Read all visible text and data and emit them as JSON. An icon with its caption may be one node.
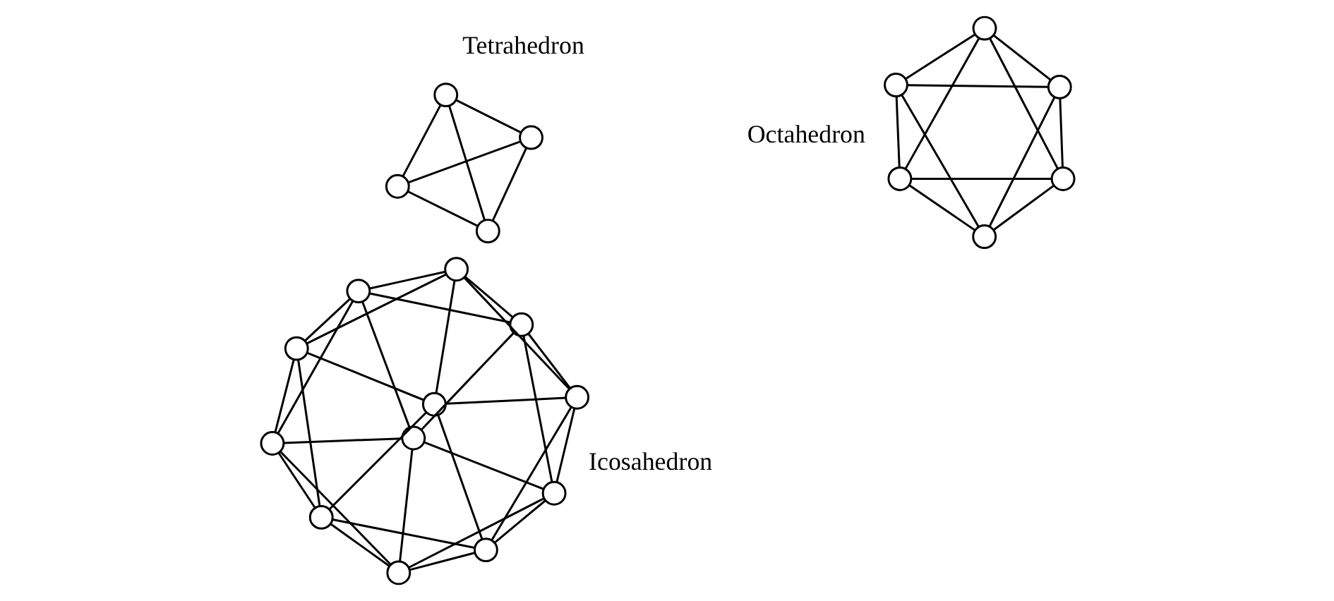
{
  "diagram": {
    "nodes": [
      {
        "text": [],
        "shape": "circle"
      },
      {
        "text": [],
        "shape": "circle"
      },
      {
        "text": [],
        "shape": "circle"
      },
      {
        "text": [],
        "shape": "circle"
      },
      {
        "text": [],
        "shape": "circle"
      },
      {
        "text": [],
        "shape": "circle"
      },
      {
        "text": [],
        "shape": "circle"
      },
      {
        "text": [],
        "shape": "circle"
      },
      {
        "text": [],
        "shape": "circle"
      },
      {
        "text": [],
        "shape": "circle"
      },
      {
        "text": [],
        "shape": "circle"
      },
      {
        "text": [],
        "shape": "circle"
      },
      {
        "text": [],
        "shape": "circle"
      },
      {
        "text": [],
        "shape": "circle"
      },
      {
        "text": [],
        "shape": "circle"
      },
      {
        "text": [],
        "shape": "circle"
      },
      {
        "text": [],
        "shape": "circle"
      },
      {
        "text": [],
        "shape": "circle"
      },
      {
        "text": [],
        "shape": "circle"
      },
      {
        "text": [],
        "shape": "circle"
      },
      {
        "text": [],
        "shape": "circle"
      },
      {
        "text": [],
        "shape": "circle"
      }
    ],
    "edges": [
      {
        "from": 0,
        "to": 1,
        "arrow": "none"
      },
      {
        "from": 0,
        "to": 2,
        "arrow": "none"
      },
      {
        "from": 0,
        "to": 3,
        "arrow": "none"
      },
      {
        "from": 1,
        "to": 2,
        "arrow": "none"
      },
      {
        "from": 1,
        "to": 3,
        "arrow": "none"
      },
      {
        "from": 2,
        "to": 3,
        "arrow": "none"
      },
      {
        "from": 4,
        "to": 8,
        "arrow": "none"
      },
      {
        "from": 4,
        "to": 5,
        "arrow": "none"
      },
      {
        "from": 4,
        "to": 6,
        "arrow": "none"
      },
      {
        "from": 4,
        "to": 9,
        "arrow": "none"
      },
      {
        "from": 5,
        "to": 6,
        "arrow": "none"
      },
      {
        "from": 5,
        "to": 7,
        "arrow": "none"
      },
      {
        "from": 6,
        "to": 7,
        "arrow": "none"
      },
      {
        "from": 5,
        "to": 8,
        "arrow": "none"
      },
      {
        "from": 6,
        "to": 9,
        "arrow": "none"
      },
      {
        "from": 7,
        "to": 8,
        "arrow": "none"
      },
      {
        "from": 7,
        "to": 9,
        "arrow": "none"
      },
      {
        "from": 8,
        "to": 9,
        "arrow": "none"
      },
      {
        "from": 10,
        "to": 11,
        "arrow": "none"
      },
      {
        "from": 10,
        "to": 12,
        "arrow": "none"
      },
      {
        "from": 10,
        "to": 13,
        "arrow": "none"
      },
      {
        "from": 10,
        "to": 20,
        "arrow": "none"
      },
      {
        "from": 10,
        "to": 21,
        "arrow": "none"
      },
      {
        "from": 11,
        "to": 12,
        "arrow": "none"
      },
      {
        "from": 11,
        "to": 13,
        "arrow": "none"
      },
      {
        "from": 11,
        "to": 14,
        "arrow": "none"
      },
      {
        "from": 11,
        "to": 15,
        "arrow": "none"
      },
      {
        "from": 12,
        "to": 14,
        "arrow": "none"
      },
      {
        "from": 12,
        "to": 16,
        "arrow": "none"
      },
      {
        "from": 12,
        "to": 20,
        "arrow": "none"
      },
      {
        "from": 13,
        "to": 15,
        "arrow": "none"
      },
      {
        "from": 13,
        "to": 17,
        "arrow": "none"
      },
      {
        "from": 13,
        "to": 21,
        "arrow": "none"
      },
      {
        "from": 14,
        "to": 15,
        "arrow": "none"
      },
      {
        "from": 14,
        "to": 16,
        "arrow": "none"
      },
      {
        "from": 14,
        "to": 18,
        "arrow": "none"
      },
      {
        "from": 15,
        "to": 17,
        "arrow": "none"
      },
      {
        "from": 15,
        "to": 18,
        "arrow": "none"
      },
      {
        "from": 16,
        "to": 18,
        "arrow": "none"
      },
      {
        "from": 16,
        "to": 19,
        "arrow": "none"
      },
      {
        "from": 16,
        "to": 20,
        "arrow": "none"
      },
      {
        "from": 17,
        "to": 18,
        "arrow": "none"
      },
      {
        "from": 17,
        "to": 19,
        "arrow": "none"
      },
      {
        "from": 17,
        "to": 21,
        "arrow": "none"
      },
      {
        "from": 18,
        "to": 19,
        "arrow": "none"
      },
      {
        "from": 19,
        "to": 20,
        "arrow": "none"
      },
      {
        "from": 19,
        "to": 21,
        "arrow": "none"
      },
      {
        "from": 20,
        "to": 21,
        "arrow": "none"
      }
    ],
    "labels": [
      "Tetrahedron",
      "Octahedron",
      "Icosahedron"
    ]
  }
}
